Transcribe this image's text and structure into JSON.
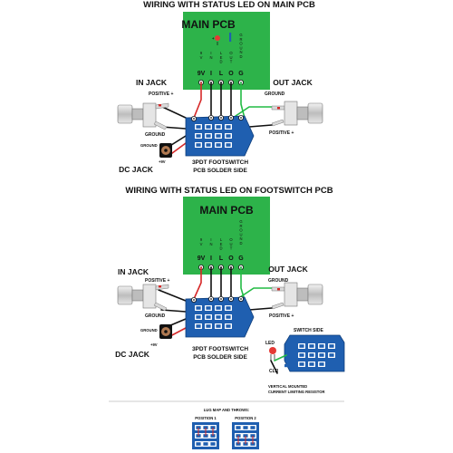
{
  "titles": {
    "top": "WIRING WITH STATUS LED ON MAIN PCB",
    "bottom": "WIRING WITH STATUS LED ON FOOTSWITCH PCB"
  },
  "main_pcb": {
    "title": "MAIN PCB",
    "vertical_labels": [
      "9 V",
      "I N",
      "L E D",
      "O U T",
      "G R O U N D"
    ],
    "pad_labels": [
      "9V",
      "I",
      "L",
      "O",
      "G"
    ]
  },
  "labels": {
    "in_jack": "IN JACK",
    "out_jack": "OUT JACK",
    "positive_plus": "POSITIVE +",
    "ground": "GROUND",
    "dc_ground": "GROUND",
    "dc_plus9v": "+9V",
    "dc_jack": "DC JACK",
    "footswitch_line1": "3PDT FOOTSWITCH",
    "footswitch_line2": "PCB SOLDER SIDE",
    "led": "LED",
    "switch_side": "SWITCH SIDE",
    "clr": "CLR",
    "resistor_line1": "VERTICAL MOUNTED",
    "resistor_line2": "CURRENT LIMITING RESISTOR",
    "lug_title": "LUG MAP AND THROWS:",
    "position1": "POSITION 1",
    "position2": "POSITION 2"
  },
  "colors": {
    "pcb_green": "#2db34a",
    "footswitch_blue": "#1f5fb0",
    "wire_red": "#d62828",
    "wire_black": "#111111",
    "wire_green": "#22bb44",
    "jack_silver": "#c9c9c9",
    "led_red": "#e53935"
  }
}
